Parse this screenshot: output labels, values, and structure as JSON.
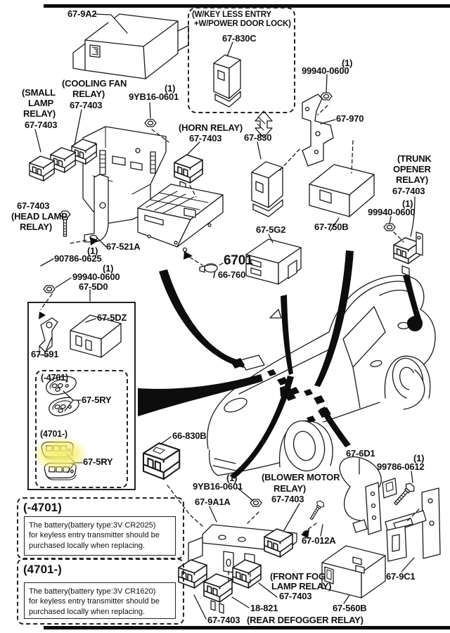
{
  "colors": {
    "line": "#1a1a1a",
    "text": "#111111",
    "highlight": "#f6ee6e",
    "background": "#ffffff"
  },
  "labels": {
    "qty_one": "(1)",
    "p67_9a2": "67-9A2",
    "keyless_l1": "(W/KEY LESS ENTRY",
    "keyless_l2": "+W/POWER DOOR LOCK)",
    "p67_830c": "67-830C",
    "p99940_0600": "99940-0600",
    "p67_970": "67-970",
    "small_lamp_l1": "(SMALL",
    "small_lamp_l2": "LAMP",
    "small_lamp_l3": "RELAY)",
    "p67_7403": "67-7403",
    "cooling_l1": "(COOLING FAN",
    "cooling_l2": "RELAY)",
    "p9yb16_0601": "9YB16-0601",
    "horn_l1": "(HORN RELAY)",
    "p67_830": "67-830",
    "trunk_l1": "(TRUNK",
    "trunk_l2": "OPENER",
    "trunk_l3": "RELAY)",
    "p67_750b": "67-750B",
    "p67_5g2": "67-5G2",
    "p6701": "6701",
    "p66_760": "/ 66-760",
    "p67_521a": "67-521A",
    "p90786_0625": "90786-0625",
    "headlamp_l1": "(HEAD LAMP",
    "headlamp_l2": "RELAY)",
    "p67_5d0": "67-5D0",
    "p67_5dz": "67-5DZ",
    "p67_591": "67-591",
    "range_early": "(-4701)",
    "range_late": "(4701-)",
    "p67_5ry": "67-5RY",
    "p66_830b": "66-830B",
    "p67_9a1a": "67-9A1A",
    "blower_l1": "(BLOWER MOTOR",
    "blower_l2": "RELAY)",
    "p67_012a": "67-012A",
    "p67_6d1": "67-6D1",
    "p99786_0612": "99786-0612",
    "p67_9c1": "67-9C1",
    "fog_l1": "(FRONT FOG",
    "fog_l2": "LAMP RELAY)",
    "p18_821": "18-821",
    "defog_l1": "(REAR DEFOGGER RELAY)",
    "p67_560b": "67-560B"
  },
  "notes": {
    "early": {
      "range": "(-4701)",
      "battery_type": "3V CR2025",
      "text": "The battery(battery type:3V CR2025)\nfor keyless entry transmitter should be\npurchased locally when replacing."
    },
    "late": {
      "range": "(4701-)",
      "battery_type": "3V CR1620",
      "text": "The battery(battery type:3V CR1620)\nfor keyless entry transmitter should be\npurchased locally when replacing."
    }
  }
}
